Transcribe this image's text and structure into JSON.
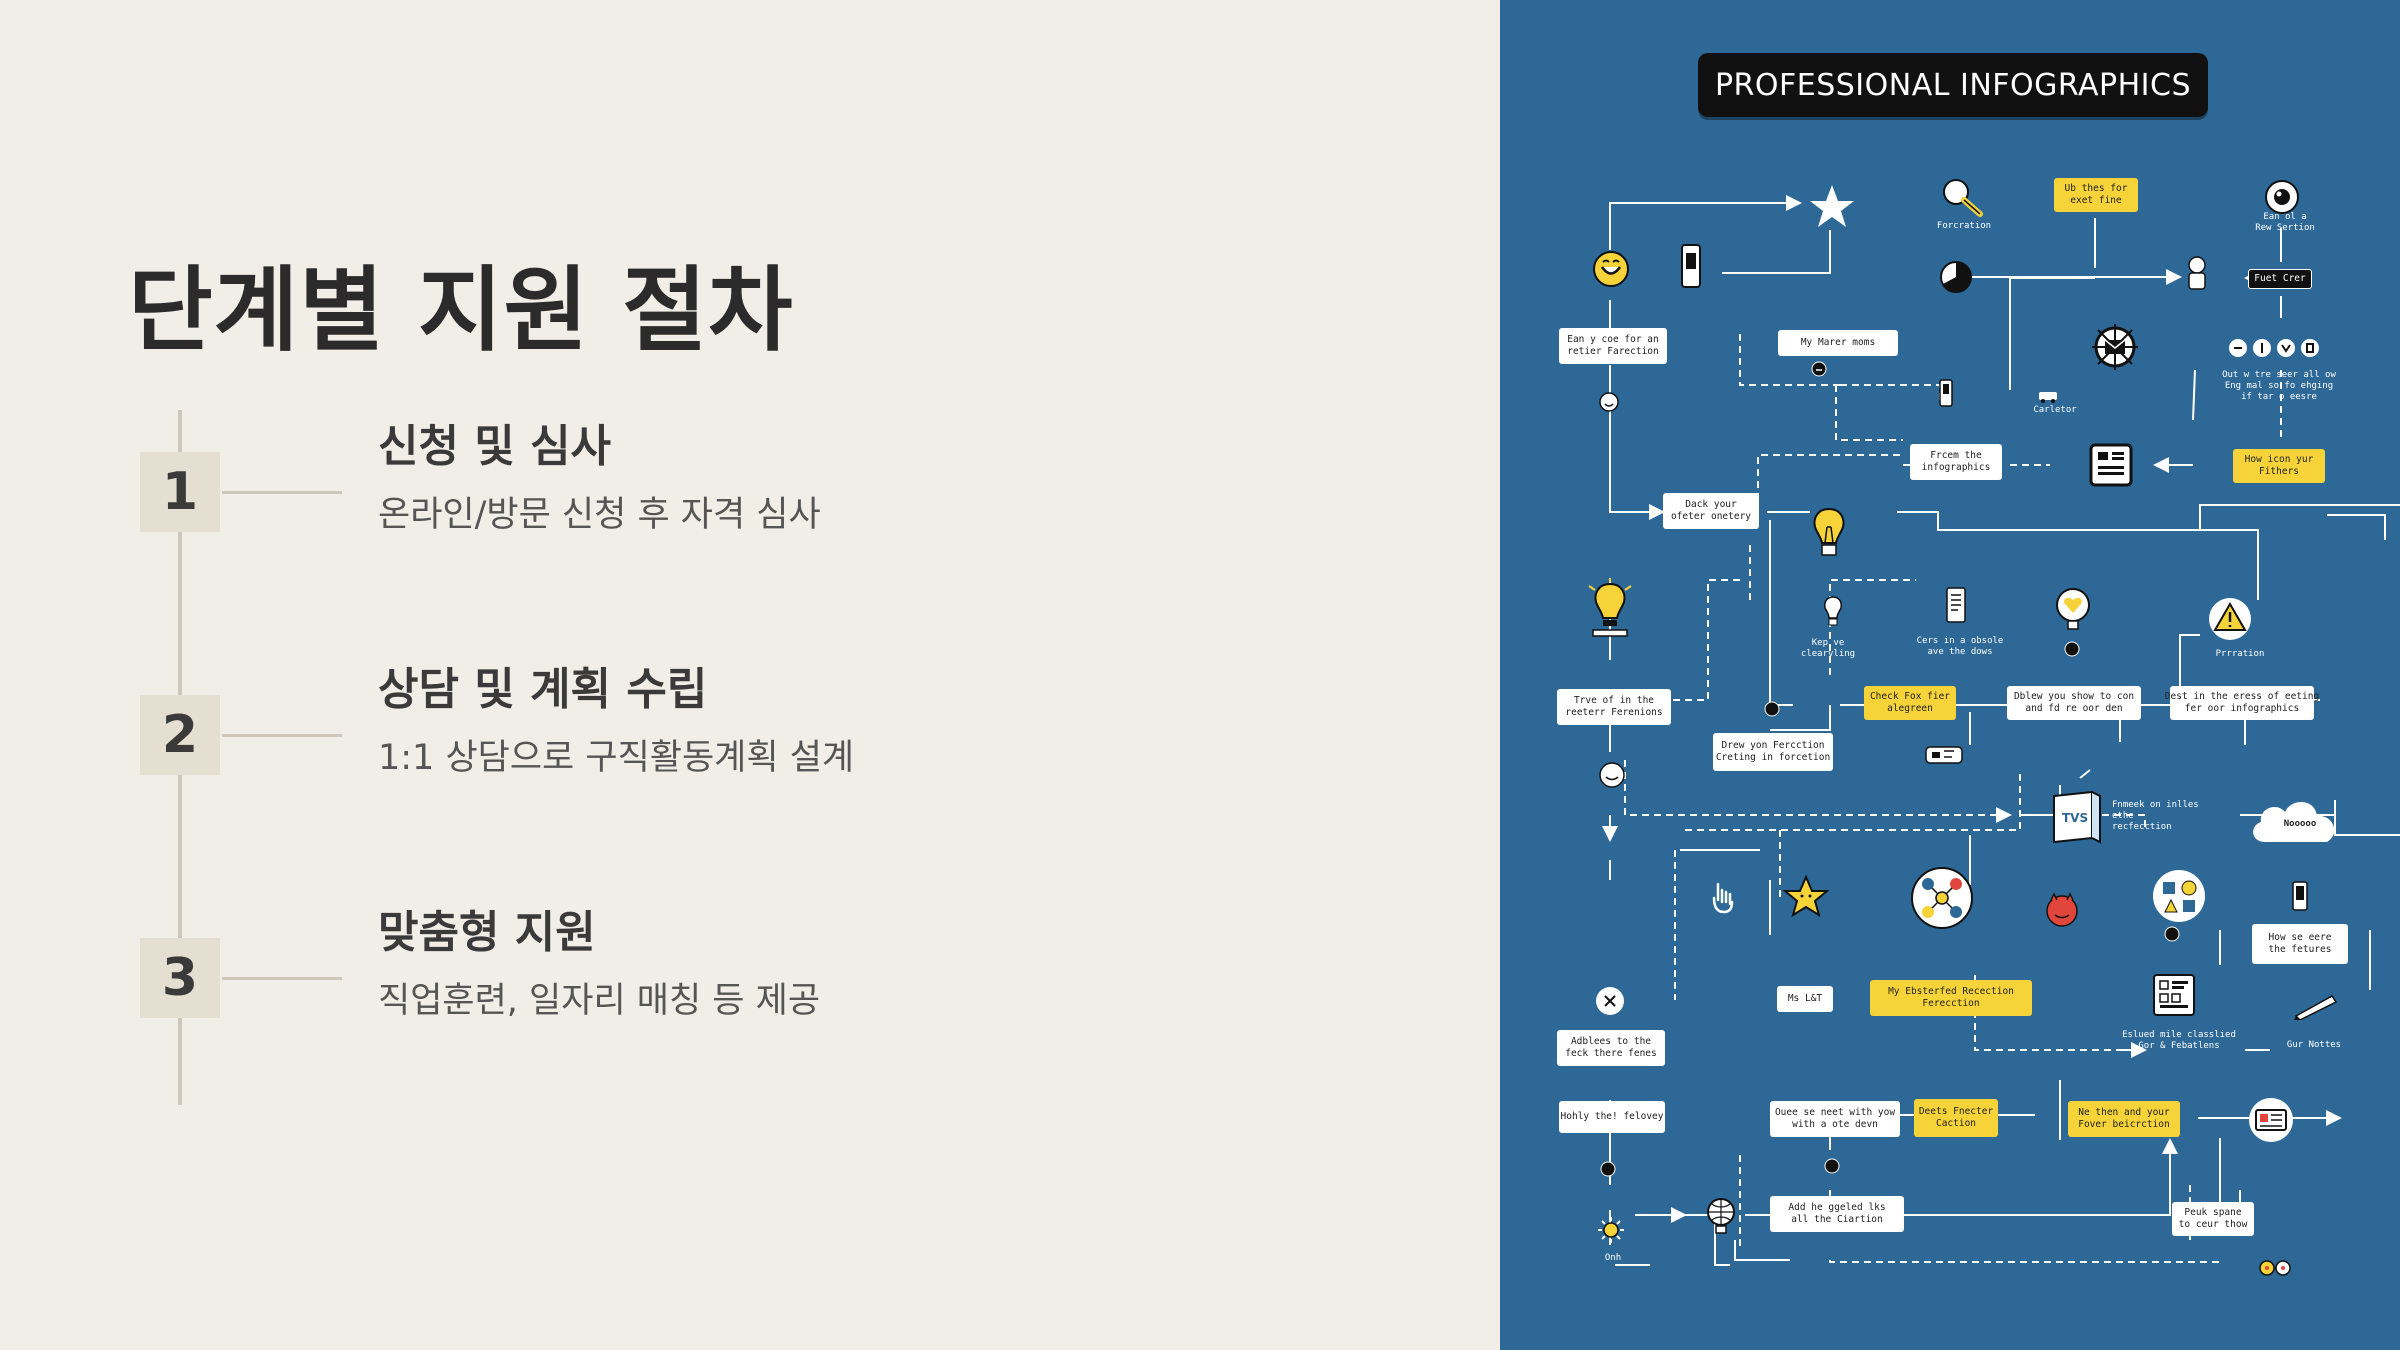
{
  "title": "단계별 지원 절차",
  "steps": [
    {
      "num": "1",
      "title": "신청 및 심사",
      "desc": "온라인/방문 신청 후 자격 심사"
    },
    {
      "num": "2",
      "title": "상담 및 계획 수립",
      "desc": "1:1 상담으로 구직활동계획 설계"
    },
    {
      "num": "3",
      "title": "맞춤형 지원",
      "desc": "직업훈련, 일자리 매칭 등 제공"
    }
  ],
  "infographic": {
    "banner": "PROFESSIONAL INFOGRAPHICS",
    "boxes": {
      "b1": "Ean y coe for an\nretier Farection",
      "b2": "Ub thes for\nexet fine",
      "b3": "Fuet Crer",
      "b4": "My Marer moms",
      "b5": "Frcem the\ninfographics",
      "b6": "How icon yur\nFithers",
      "b7": "Dack your\nofeter onetery",
      "b8": "Trve of in the\nreeterr Ferenions",
      "b9": "Check Fox fier\nalegreen",
      "b10": "Dblew you show to con\nand fd re oor den",
      "b11": "Dest in the eress of eeting\nfer oor infographics",
      "b12": "Drew yon Fercction\nCreting in forcetion",
      "b13": "How se eere\nthe fetures",
      "b14": "Ms L&T",
      "b15": "My Ebsterfed Recection\nFerecction",
      "b16": "Adblees to the\nfeck there fenes",
      "b17": "Hohly the! felovey",
      "b18": "Ouee se neet with yow\nwith a ote devn",
      "b19": "Deets Fnecter\nCaction",
      "b20": "Ne then and your\nFover beicrction",
      "b21": "Add he ggeled lks\nall the Ciartion",
      "b22": "Peuk spane\nto ceur thow"
    },
    "labels": {
      "l1": "Forcration",
      "l2": "Ean ol a\nRew Sertion",
      "l3": "Carletor",
      "l4": "Out w tre seer all ow\nEng mal so fo ehging\nif tar o eesre",
      "l5": "Kep ve\nclearvling",
      "l6": "Cers in a obsole\nave the dows",
      "l7": "Prrration",
      "l8": "Fnmeek on inlles\nethe\nrecfecction",
      "l9": "Eslued mile classlied\nGor & Febatlens",
      "l10": "Gur Nottes",
      "l11": "Onh",
      "l12": "Nooooo"
    }
  },
  "colors": {
    "bg_left": "#f1eee8",
    "bg_right": "#2e6896",
    "accent_yellow": "#f6d338",
    "number_box": "#e5dfd2"
  }
}
